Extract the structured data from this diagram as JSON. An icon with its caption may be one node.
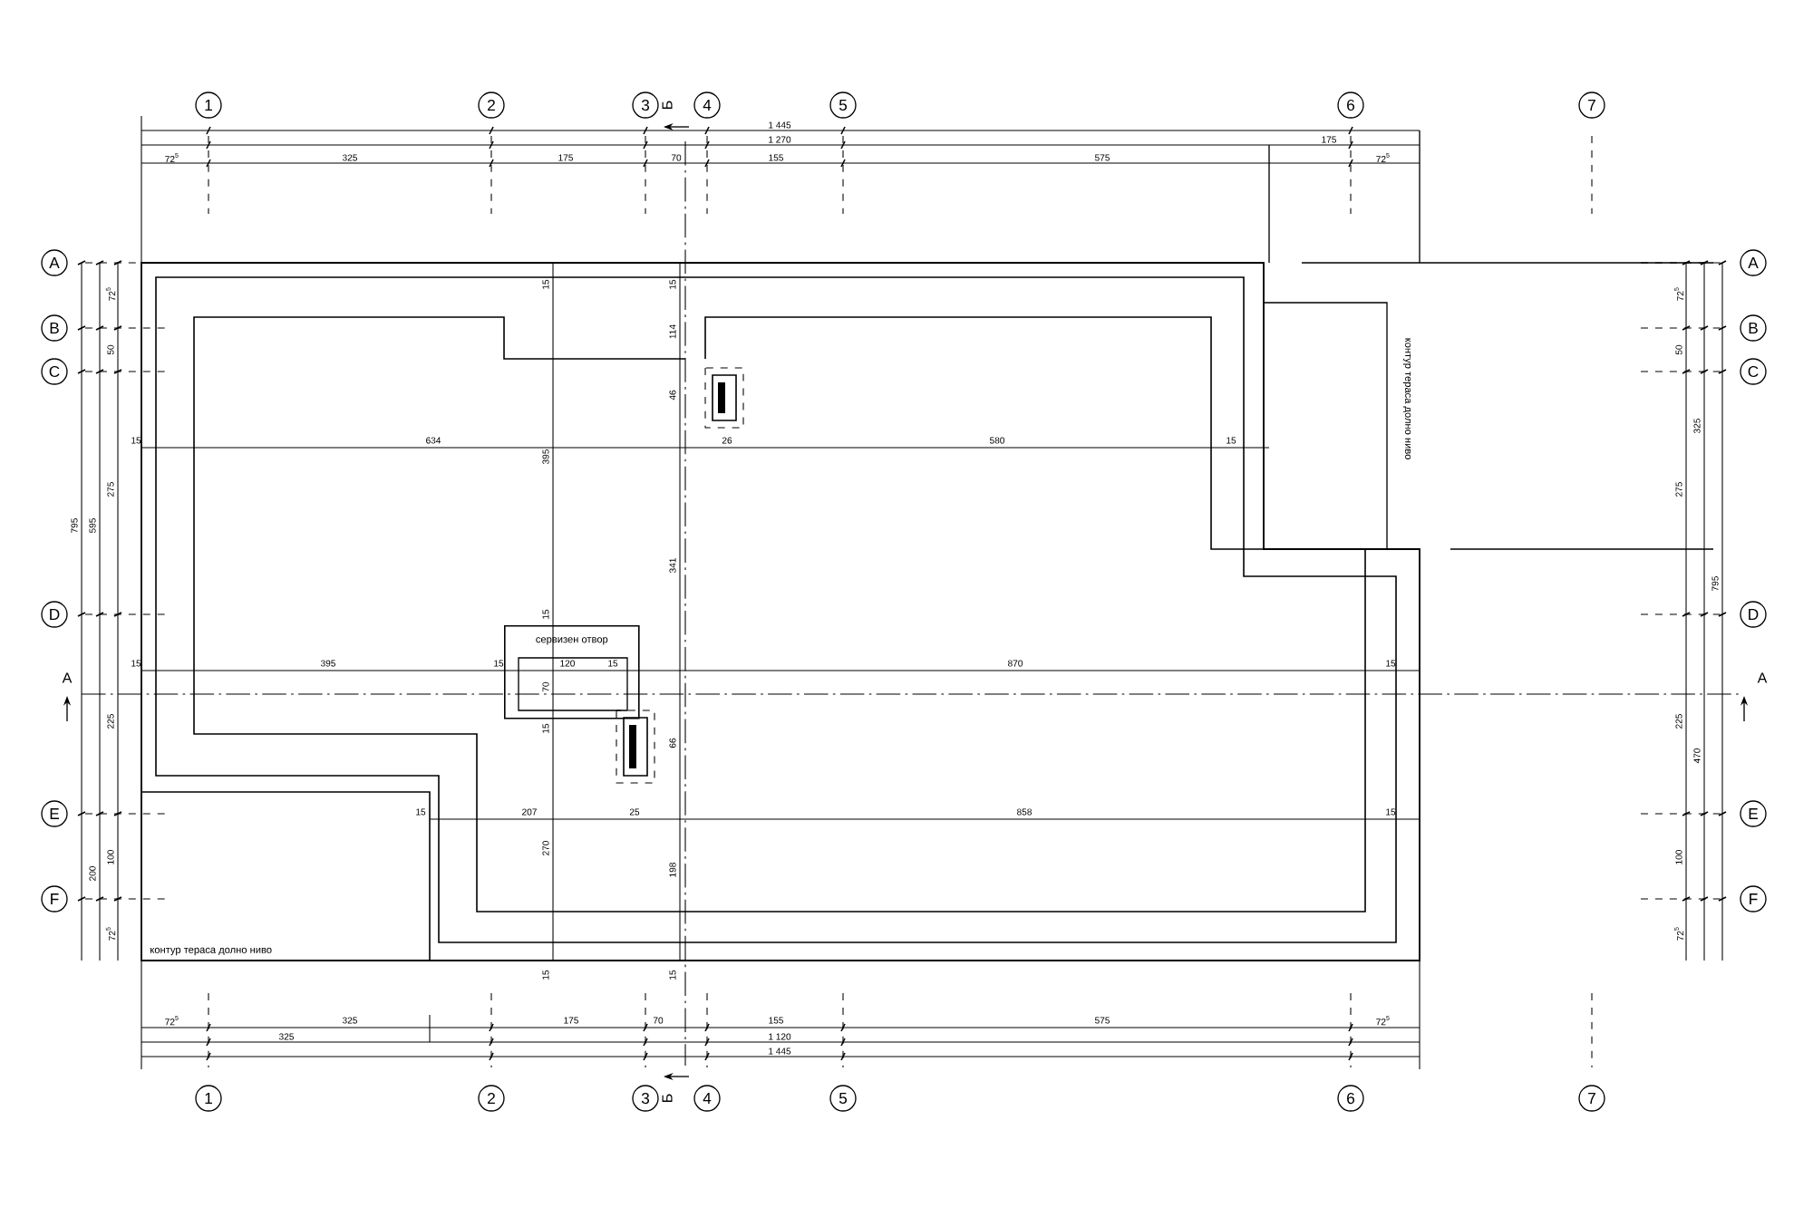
{
  "diagram": {
    "nodes": [
      {
        "text": [
          "1"
        ]
      },
      {
        "text": [
          "2"
        ]
      },
      {
        "text": [
          "3"
        ]
      },
      {
        "text": [
          "4"
        ]
      },
      {
        "text": [
          "5"
        ]
      },
      {
        "text": [
          "6"
        ]
      },
      {
        "text": [
          "7"
        ]
      },
      {
        "text": [
          "A"
        ]
      },
      {
        "text": [
          "A"
        ]
      },
      {
        "text": [
          "B"
        ]
      },
      {
        "text": [
          "B"
        ]
      },
      {
        "text": [
          "C"
        ]
      },
      {
        "text": [
          "C"
        ]
      },
      {
        "text": [
          "D"
        ]
      },
      {
        "text": [
          "D"
        ]
      },
      {
        "text": [
          "сервизен отвор"
        ]
      },
      {
        "text": [
          "E"
        ]
      },
      {
        "text": [
          "E"
        ]
      },
      {
        "text": [
          "F"
        ]
      },
      {
        "text": [
          "F"
        ]
      },
      {
        "text": [
          "1"
        ]
      },
      {
        "text": [
          "2"
        ]
      },
      {
        "text": [
          "3"
        ]
      },
      {
        "text": [
          "4"
        ]
      },
      {
        "text": [
          "5"
        ]
      },
      {
        "text": [
          "6"
        ]
      },
      {
        "text": [
          "7"
        ]
      }
    ],
    "edges": [],
    "labels": [
      "Б",
      "1 445",
      "1 270",
      "175",
      "72$^{5}$",
      "325",
      "175",
      "70",
      "155",
      "575",
      "72$^{5}$",
      "72$^{5}$",
      "50",
      "795",
      "595",
      "275",
      "А",
      "225",
      "200",
      "100",
      "72$^{5}$",
      "72$^{5}$",
      "50",
      "325",
      "275",
      "795",
      "А",
      "225",
      "470",
      "100",
      "72$^{5}$",
      "контур тераса долно ниво",
      "15",
      "15",
      "114",
      "46",
      "15",
      "634",
      "395",
      "26",
      "580",
      "15",
      "341",
      "15",
      "15",
      "395",
      "15",
      "120",
      "15",
      "870",
      "15",
      "70",
      "15",
      "66",
      "15",
      "207",
      "25",
      "858",
      "15",
      "270",
      "198",
      "контур тераса долно ниво",
      "15",
      "15",
      "72$^{5}$",
      "325",
      "175",
      "70",
      "155",
      "575",
      "72$^{5}$",
      "325",
      "1 120",
      "1 445",
      "Б"
    ]
  }
}
